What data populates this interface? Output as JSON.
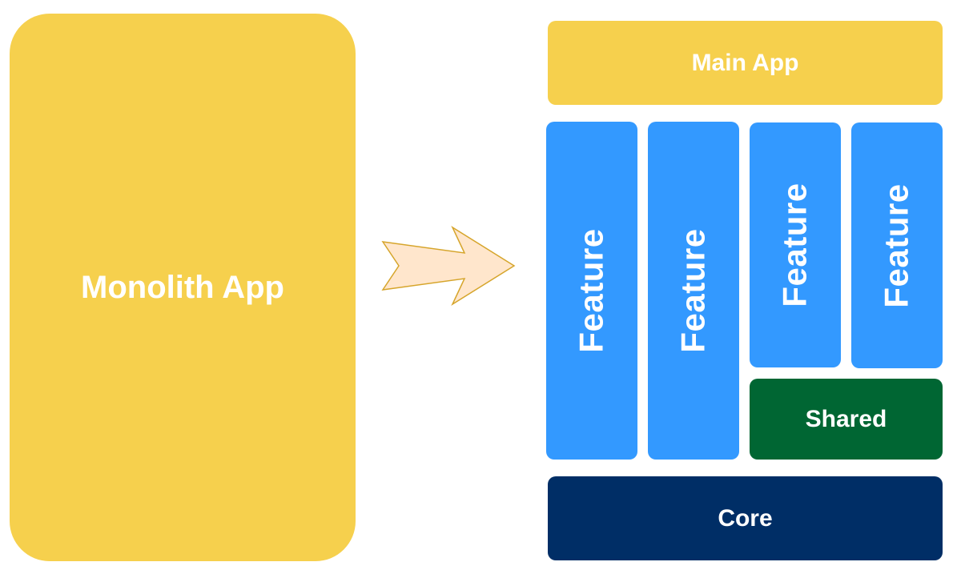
{
  "colors": {
    "yellow": "#F6D04D",
    "blue": "#3399FF",
    "green": "#006633",
    "navy": "#002E66",
    "arrow_fill": "#FFE6CC",
    "arrow_stroke": "#D6A52B"
  },
  "left": {
    "label": "Monolith App"
  },
  "right": {
    "main_app": "Main App",
    "features": [
      "Feature",
      "Feature",
      "Feature",
      "Feature"
    ],
    "shared": "Shared",
    "core": "Core"
  },
  "arrow": {
    "icon": "right-arrow-icon"
  }
}
